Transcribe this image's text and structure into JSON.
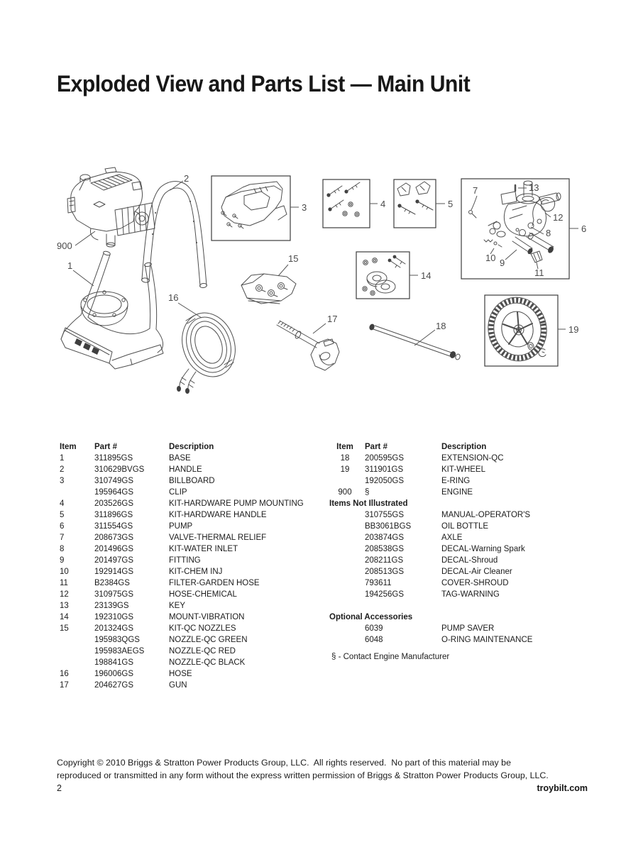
{
  "page": {
    "title": "Exploded View and Parts List — Main Unit"
  },
  "diagram": {
    "callouts": {
      "c1": "1",
      "c2": "2",
      "c3": "3",
      "c4": "4",
      "c5": "5",
      "c6": "6",
      "c7": "7",
      "c8": "8",
      "c9": "9",
      "c10": "10",
      "c11": "11",
      "c12": "12",
      "c13": "13",
      "c14": "14",
      "c15": "15",
      "c16": "16",
      "c17": "17",
      "c18": "18",
      "c19": "19",
      "c900": "900"
    }
  },
  "parts": {
    "headers": {
      "item": "Item",
      "part": "Part #",
      "description": "Description"
    },
    "left": [
      {
        "item": "1",
        "part": "311895GS",
        "desc": "BASE"
      },
      {
        "item": "2",
        "part": "310629BVGS",
        "desc": "HANDLE"
      },
      {
        "item": "3",
        "part": "310749GS",
        "desc": "BILLBOARD"
      },
      {
        "item": "",
        "part": "195964GS",
        "desc": "CLIP"
      },
      {
        "item": "4",
        "part": "203526GS",
        "desc": "KIT-HARDWARE PUMP MOUNTING"
      },
      {
        "item": "5",
        "part": "311896GS",
        "desc": "KIT-HARDWARE HANDLE"
      },
      {
        "item": "6",
        "part": "311554GS",
        "desc": "PUMP"
      },
      {
        "item": "7",
        "part": "208673GS",
        "desc": "VALVE-THERMAL RELIEF"
      },
      {
        "item": "8",
        "part": "201496GS",
        "desc": "KIT-WATER INLET"
      },
      {
        "item": "9",
        "part": "201497GS",
        "desc": "FITTING"
      },
      {
        "item": "10",
        "part": "192914GS",
        "desc": "KIT-CHEM INJ"
      },
      {
        "item": "11",
        "part": "B2384GS",
        "desc": "FILTER-GARDEN HOSE"
      },
      {
        "item": "12",
        "part": "310975GS",
        "desc": "HOSE-CHEMICAL"
      },
      {
        "item": "13",
        "part": "23139GS",
        "desc": "KEY"
      },
      {
        "item": "14",
        "part": "192310GS",
        "desc": "MOUNT-VIBRATION"
      },
      {
        "item": "15",
        "part": "201324GS",
        "desc": "KIT-QC NOZZLES"
      },
      {
        "item": "",
        "part": "195983QGS",
        "desc": "NOZZLE-QC GREEN"
      },
      {
        "item": "",
        "part": "195983AEGS",
        "desc": "NOZZLE-QC RED"
      },
      {
        "item": "",
        "part": "198841GS",
        "desc": "NOZZLE-QC BLACK"
      },
      {
        "item": "16",
        "part": "196006GS",
        "desc": "HOSE"
      },
      {
        "item": "17",
        "part": "204627GS",
        "desc": "GUN"
      }
    ],
    "right": [
      {
        "item": "18",
        "part": "200595GS",
        "desc": "EXTENSION-QC"
      },
      {
        "item": "19",
        "part": "311901GS",
        "desc": "KIT-WHEEL"
      },
      {
        "item": "",
        "part": "192050GS",
        "desc": "E-RING"
      },
      {
        "item": "900",
        "part": "§",
        "desc": "ENGINE"
      }
    ],
    "sections": {
      "not_illustrated": "Items Not Illustrated",
      "optional": "Optional Accessories"
    },
    "not_illustrated_rows": [
      {
        "part": "310755GS",
        "desc": "MANUAL-OPERATOR'S"
      },
      {
        "part": "BB3061BGS",
        "desc": "OIL BOTTLE"
      },
      {
        "part": "203874GS",
        "desc": "AXLE"
      },
      {
        "part": "208538GS",
        "desc": "DECAL-Warning Spark"
      },
      {
        "part": "208211GS",
        "desc": "DECAL-Shroud"
      },
      {
        "part": "208513GS",
        "desc": "DECAL-Air Cleaner"
      },
      {
        "part": "793611",
        "desc": "COVER-SHROUD"
      },
      {
        "part": "194256GS",
        "desc": "TAG-WARNING"
      }
    ],
    "optional_rows": [
      {
        "part": "6039",
        "desc": "PUMP SAVER"
      },
      {
        "part": "6048",
        "desc": "O-RING MAINTENANCE"
      }
    ],
    "footnote": "§ - Contact Engine Manufacturer"
  },
  "footer": {
    "copyright_line1": "Copyright © 2010 Briggs & Stratton Power Products Group, LLC.  All rights reserved.  No part of this material may be",
    "copyright_line2": "reproduced or transmitted in any form without the express written permission of Briggs & Stratton Power Products Group, LLC.",
    "page_number": "2",
    "website": "troybilt.com"
  },
  "colors": {
    "text": "#1c1c1c",
    "line_art": "#4e4e4e",
    "background": "#ffffff"
  }
}
